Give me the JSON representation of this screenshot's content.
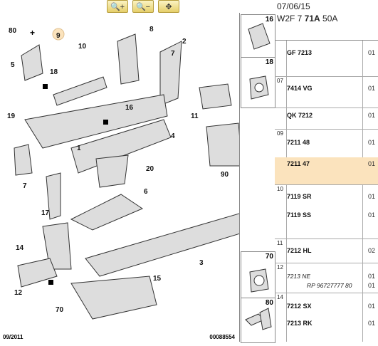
{
  "toolbar": {
    "zoom_in": "🔍+",
    "zoom_out": "🔍−",
    "pan": "✥"
  },
  "header": {
    "date": "07/06/15",
    "code_prefix": "W2F 7 ",
    "code_bold": "71A",
    "code_suffix": " 50A"
  },
  "diagram": {
    "callouts": [
      "80",
      "9",
      "8",
      "10",
      "2",
      "5",
      "18",
      "7",
      "16",
      "11",
      "19",
      "1",
      "4",
      "90",
      "20",
      "7",
      "6",
      "17",
      "14",
      "3",
      "12",
      "15",
      "70"
    ],
    "footer_left": "09/2011",
    "footer_right": "00088554"
  },
  "thumbs": [
    {
      "num": "16"
    },
    {
      "num": "18"
    },
    {
      "num": "70"
    },
    {
      "num": "80"
    }
  ],
  "rows": [
    {
      "idx": "",
      "part": "GF 7213",
      "qty": "01"
    },
    {
      "idx": "07",
      "part": "7414 VG",
      "qty": "01"
    },
    {
      "idx": "",
      "part": "QK 7212",
      "qty": "01"
    },
    {
      "idx": "09",
      "part": "7211 48",
      "qty": "01"
    },
    {
      "idx": "",
      "part": "7211 47",
      "qty": "01"
    },
    {
      "idx": "10",
      "part": "7119 SR",
      "qty": "01"
    },
    {
      "idx": "",
      "part": "7119 SS",
      "qty": "01"
    },
    {
      "idx": "11",
      "part": "7212 HL",
      "qty": "02"
    },
    {
      "idx": "12",
      "part": "7213 NE",
      "qty": "01"
    },
    {
      "idx": "",
      "part": "RP 96727777 80",
      "qty": "01"
    },
    {
      "idx": "14",
      "part": "7212 SX",
      "qty": "01"
    },
    {
      "idx": "",
      "part": "7213 RK",
      "qty": "01"
    }
  ]
}
